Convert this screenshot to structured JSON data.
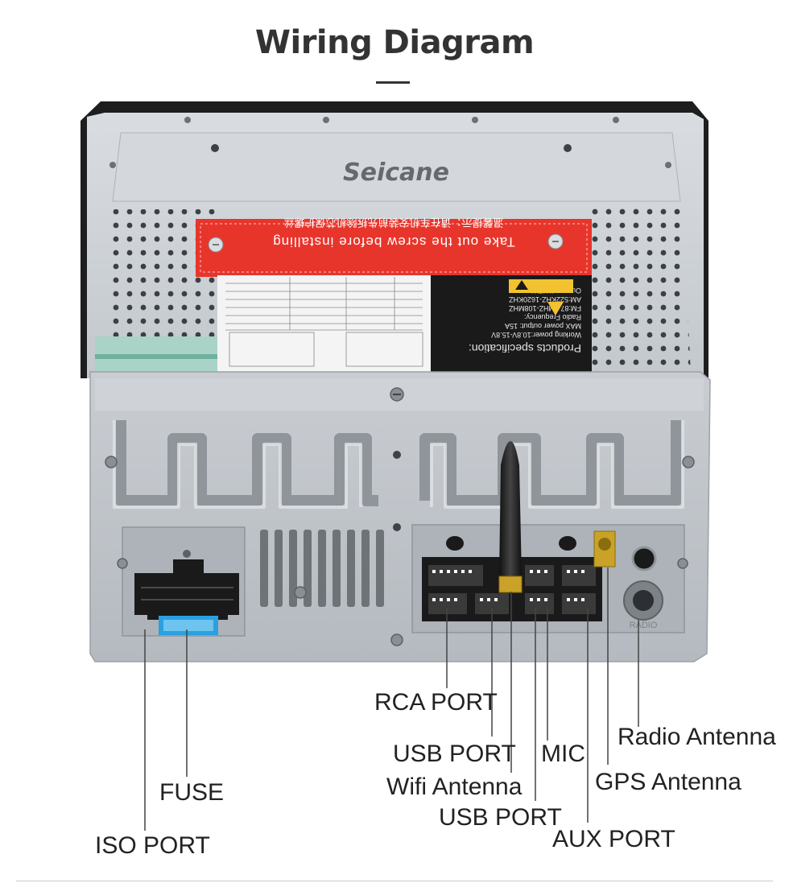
{
  "title": "Wiring Diagram",
  "brand": "Seicane",
  "sticker": {
    "line_en": "Take out the screw before installing",
    "line_cn": "温馨提示：请在车机安装前先拆除机芯保护螺丝"
  },
  "spec_label": {
    "heading": "Products specification:",
    "lines": [
      "Working power:10.8V-15.8V",
      "MAX power output: 15A",
      "Radio Frequency:",
      "FM:87.5MHZ-108MHZ",
      "AM:522KHZ-1620KHZ",
      "Output: 4X45W"
    ]
  },
  "radio_mark": "RADIO",
  "ports": {
    "rca": "RCA PORT",
    "usb1": "USB PORT",
    "mic": "MIC",
    "radio_antenna": "Radio Antenna",
    "fuse": "FUSE",
    "wifi": "Wifi Antenna",
    "gps": "GPS Antenna",
    "usb2": "USB PORT",
    "iso": "ISO PORT",
    "aux": "AUX PORT"
  },
  "colors": {
    "title": "#333333",
    "chassis": "#c8ccd0",
    "panel": "#b9bec4",
    "sticker_red": "#e8352b",
    "fuse_blue": "#2aa0e0",
    "bezel": "#1e1e1e"
  }
}
